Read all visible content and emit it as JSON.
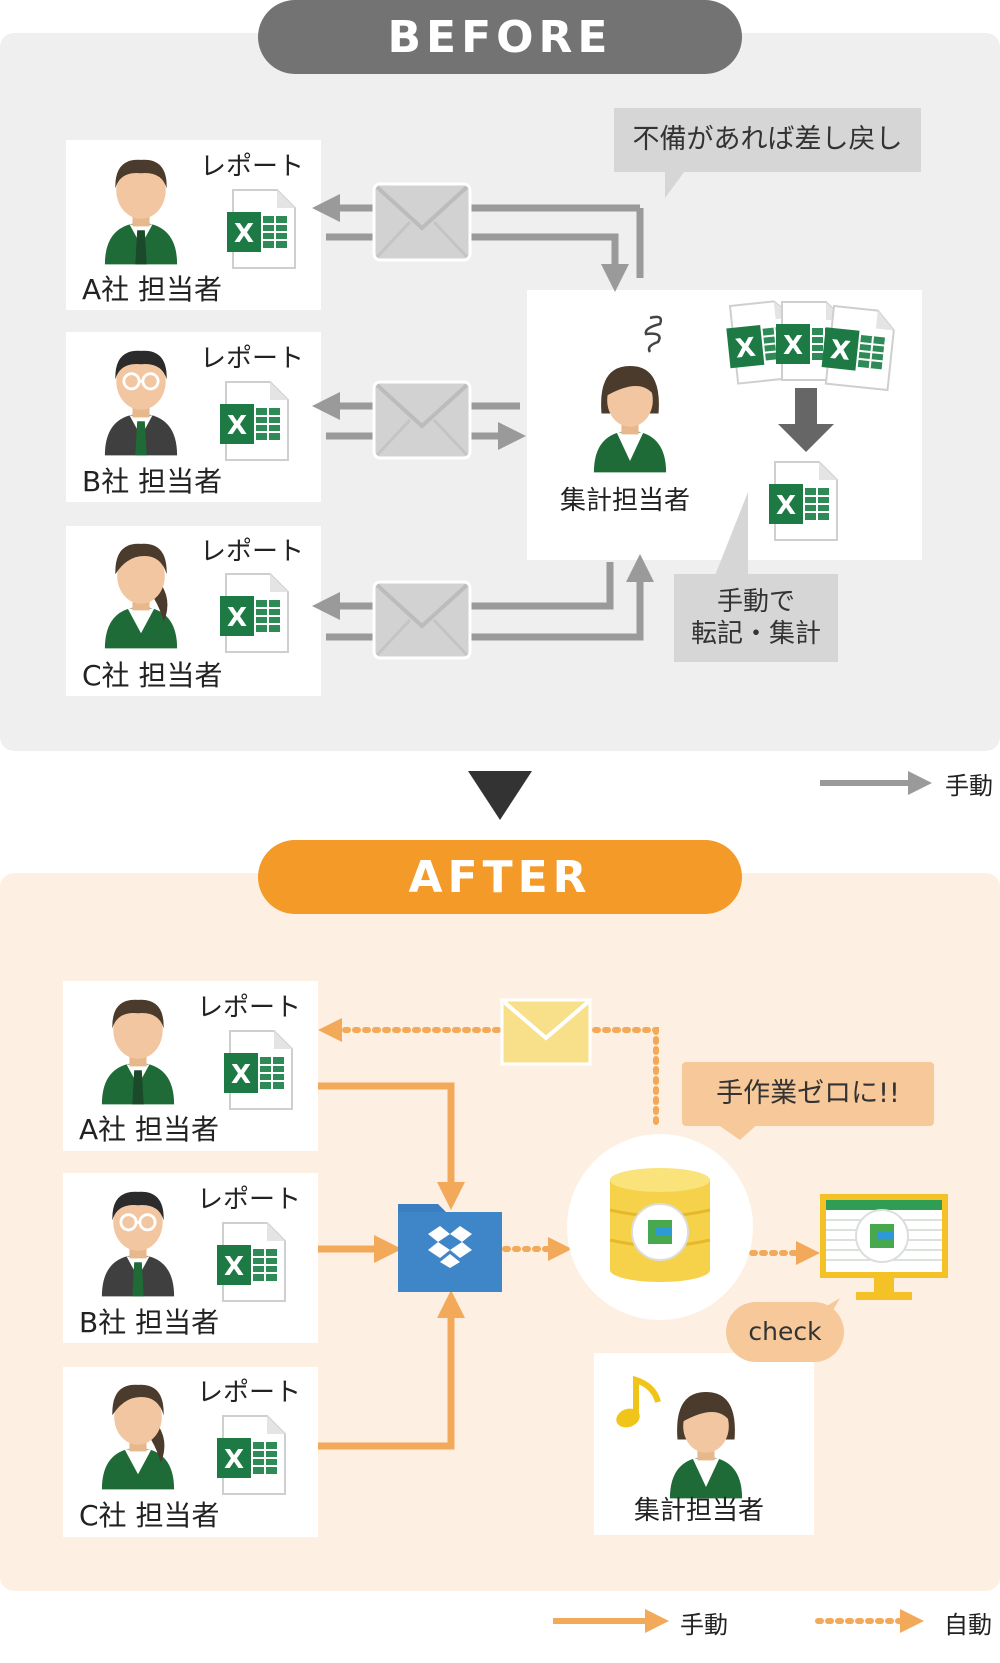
{
  "before": {
    "title": "BEFORE",
    "agents": [
      {
        "company": "A社 担当者",
        "report": "レポート"
      },
      {
        "company": "B社 担当者",
        "report": "レポート"
      },
      {
        "company": "C社 担当者",
        "report": "レポート"
      }
    ],
    "aggregator": "集計担当者",
    "bubble_return": "不備があれば差し戻し",
    "bubble_manual_line1": "手動で",
    "bubble_manual_line2": "転記・集計",
    "legend_manual": "手動"
  },
  "after": {
    "title": "AFTER",
    "agents": [
      {
        "company": "A社 担当者",
        "report": "レポート"
      },
      {
        "company": "B社 担当者",
        "report": "レポート"
      },
      {
        "company": "C社 担当者",
        "report": "レポート"
      }
    ],
    "aggregator": "集計担当者",
    "bubble_zero": "手作業ゼロに!!",
    "bubble_check": "check",
    "legend_manual": "手動",
    "legend_auto": "自動"
  },
  "colors": {
    "before_pill": "#737373",
    "after_pill": "#f39a28",
    "manual_arrow_before": "#9a9a9a",
    "manual_arrow_after": "#f2a95a",
    "excel_green": "#1e7a45",
    "suit_green": "#1f6b38"
  },
  "icons": [
    "person-icon",
    "excel-file-icon",
    "envelope-icon",
    "dropbox-folder-icon",
    "database-icon",
    "monitor-icon",
    "music-note-icon",
    "down-triangle-icon"
  ]
}
